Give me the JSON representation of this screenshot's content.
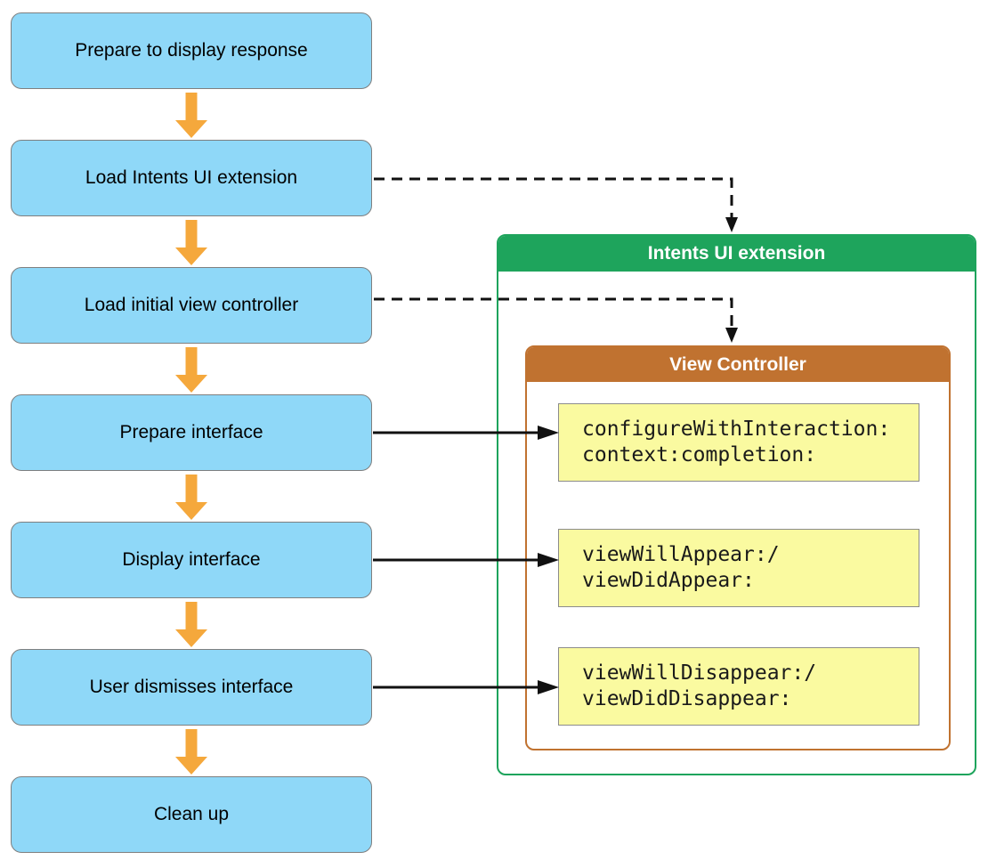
{
  "diagram": {
    "flow_steps": [
      {
        "label": "Prepare to display response"
      },
      {
        "label": "Load Intents UI extension"
      },
      {
        "label": "Load initial view controller"
      },
      {
        "label": "Prepare interface"
      },
      {
        "label": "Display interface"
      },
      {
        "label": "User dismisses interface"
      },
      {
        "label": "Clean up"
      }
    ],
    "extension_panel": {
      "title": "Intents UI extension",
      "view_controller": {
        "title": "View Controller",
        "methods": [
          {
            "line1": "configureWithInteraction:",
            "line2": "context:completion:"
          },
          {
            "line1": "viewWillAppear:/",
            "line2": "viewDidAppear:"
          },
          {
            "line1": "viewWillDisappear:/",
            "line2": "viewDidDisappear:"
          }
        ]
      }
    },
    "colors": {
      "step_fill": "#8FD8F8",
      "step_border": "#7F7F7F",
      "flow_arrow_orange": "#F5A83C",
      "extension_green": "#1EA45C",
      "view_controller_orange": "#C07230",
      "method_fill": "#FAFAA0",
      "method_border": "#8C8C8C",
      "connector_black": "#111111",
      "header_text": "#FFFFFF",
      "label_text": "#000000"
    }
  }
}
